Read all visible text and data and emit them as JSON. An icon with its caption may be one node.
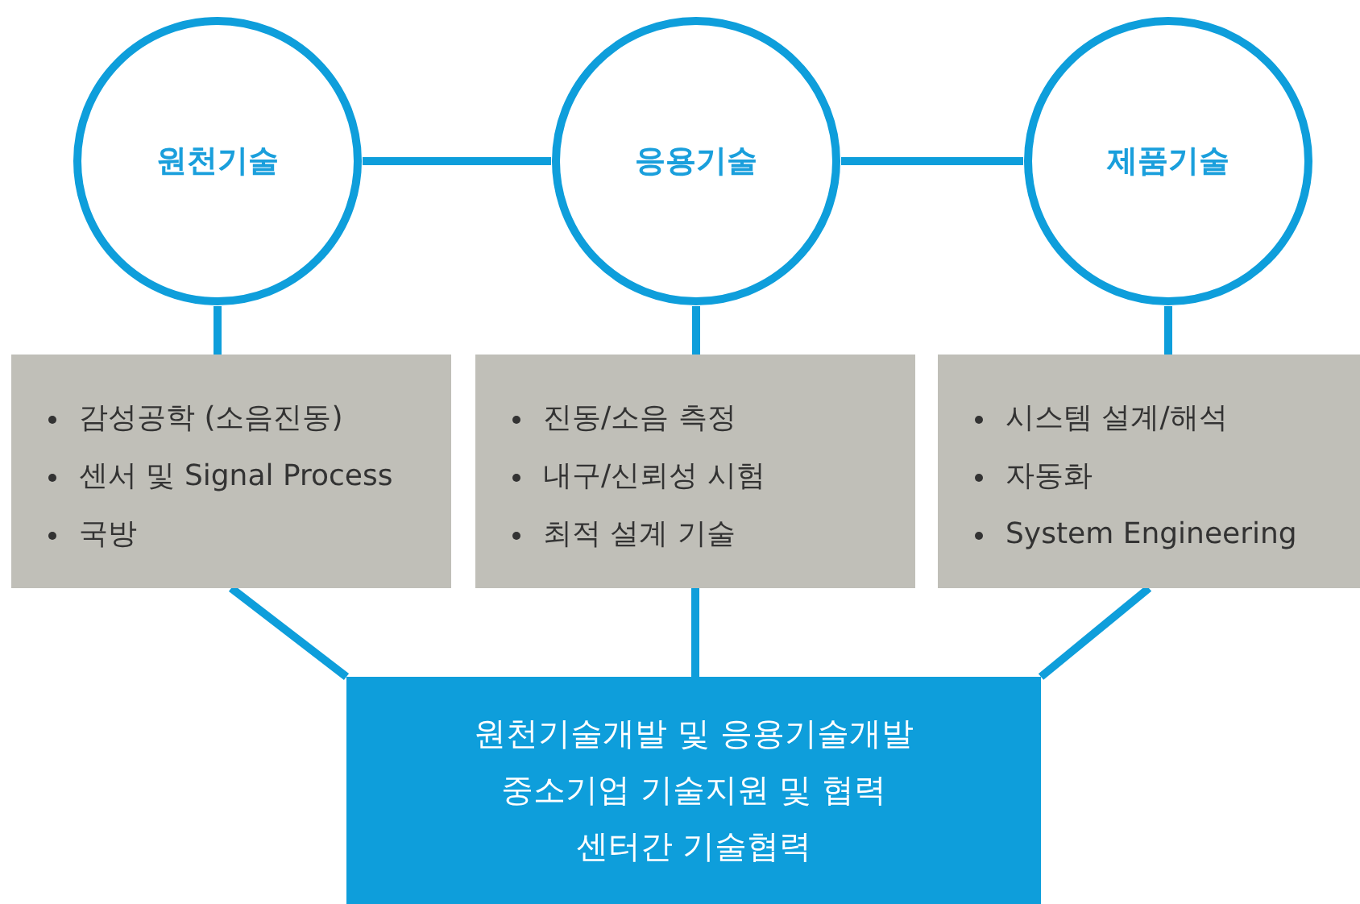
{
  "diagram": {
    "nodes": [
      {
        "text": [
          "원천기술"
        ]
      },
      {
        "text": [
          "응용기술"
        ]
      },
      {
        "text": [
          "제품기술"
        ]
      },
      {
        "text": [
          "감성공학 (소음진동)",
          "센서 및 Signal Process",
          "국방"
        ]
      },
      {
        "text": [
          "진동/소음 측정",
          "내구/신뢰성 시험",
          "최적 설계 기술"
        ]
      },
      {
        "text": [
          "시스템 설계/해석",
          "자동화",
          "System Engineering"
        ]
      },
      {
        "text": [
          "원천기술개발 및 응용기술개발",
          "중소기업 기술지원 및 협력",
          "센터간 기술협력"
        ]
      }
    ],
    "edges": [
      {
        "from": 0,
        "to": 1,
        "arrow": "none"
      },
      {
        "from": 1,
        "to": 2,
        "arrow": "none"
      },
      {
        "from": 0,
        "to": 3,
        "arrow": "none"
      },
      {
        "from": 1,
        "to": 4,
        "arrow": "none"
      },
      {
        "from": 2,
        "to": 5,
        "arrow": "none"
      },
      {
        "from": 3,
        "to": 6,
        "arrow": "none"
      },
      {
        "from": 4,
        "to": 6,
        "arrow": "none"
      },
      {
        "from": 5,
        "to": 6,
        "arrow": "none"
      }
    ]
  }
}
